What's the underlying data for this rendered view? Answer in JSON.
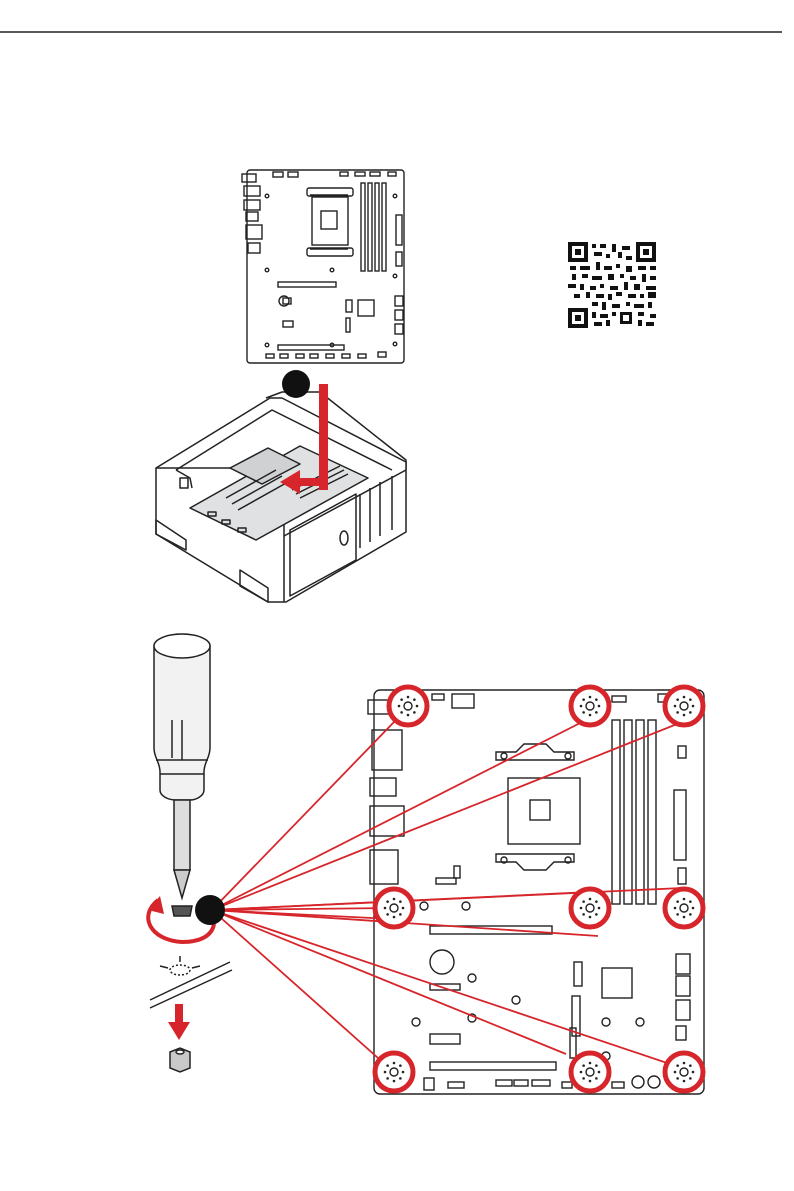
{
  "page": {
    "background": "#ffffff",
    "accent_color": "#d7262b",
    "line_color": "#222222"
  },
  "illustrations": [
    {
      "name": "motherboard-small",
      "icon": "motherboard-icon"
    },
    {
      "name": "qr-code",
      "icon": "qr-code-icon"
    },
    {
      "name": "pc-case",
      "icon": "pc-case-icon"
    },
    {
      "name": "screwdriver",
      "icon": "screwdriver-icon"
    },
    {
      "name": "motherboard-large",
      "icon": "motherboard-icon"
    },
    {
      "name": "standoff",
      "icon": "standoff-icon"
    }
  ],
  "steps": {
    "install_callout": {
      "icon": "step-circle-icon"
    },
    "screw_callout": {
      "icon": "step-circle-icon"
    },
    "screw_hole_count": 9
  }
}
